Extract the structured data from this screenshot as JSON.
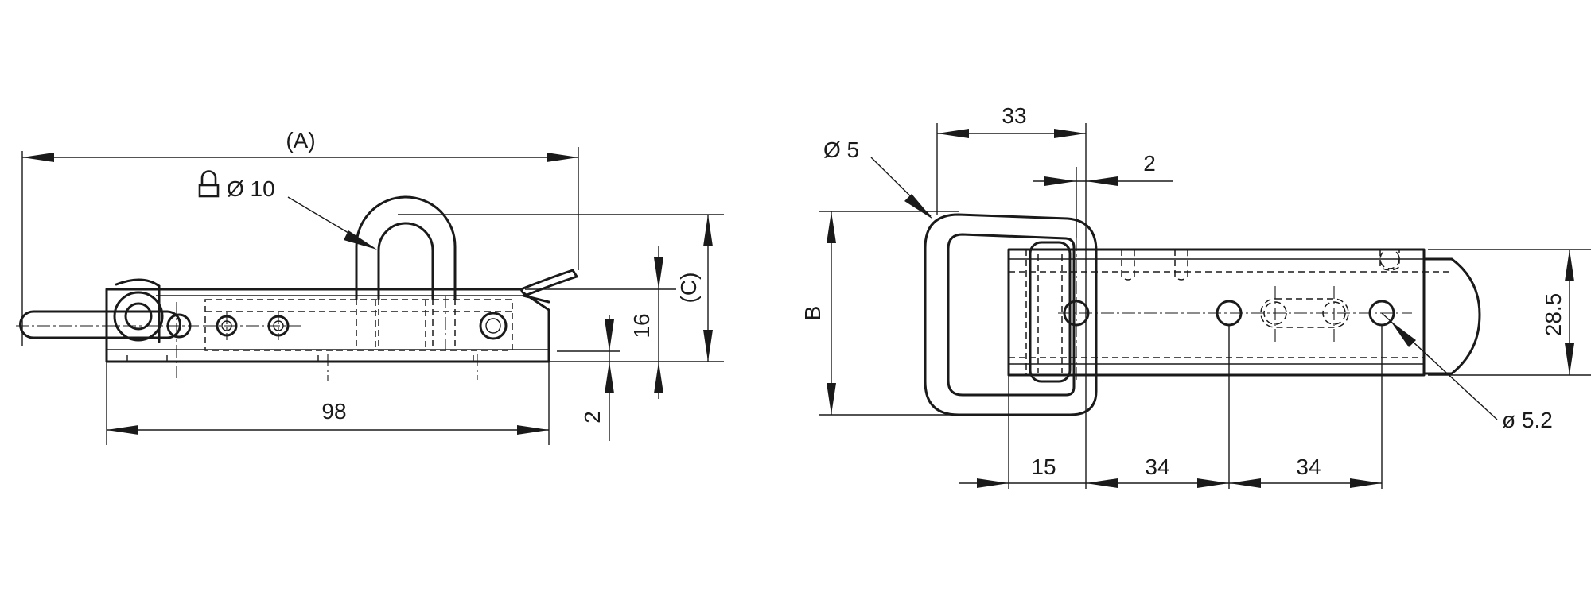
{
  "side_view": {
    "overall_length_label": "(A)",
    "shackle_label": "Ø 10",
    "shackle_icon": "padlock-icon",
    "base_length_label": "98",
    "offset_height_label": "16",
    "total_height_label": "(C)",
    "plate_thickness_label": "2"
  },
  "top_view": {
    "keeper_hole_label": "Ø 5",
    "keeper_depth_label": "33",
    "gap_label": "2",
    "keeper_height_label": "B",
    "plate_width_label": "28.5",
    "mounting_hole_label": "ø 5.2",
    "hole_offset_label": "15",
    "hole_pitch_1_label": "34",
    "hole_pitch_2_label": "34"
  }
}
